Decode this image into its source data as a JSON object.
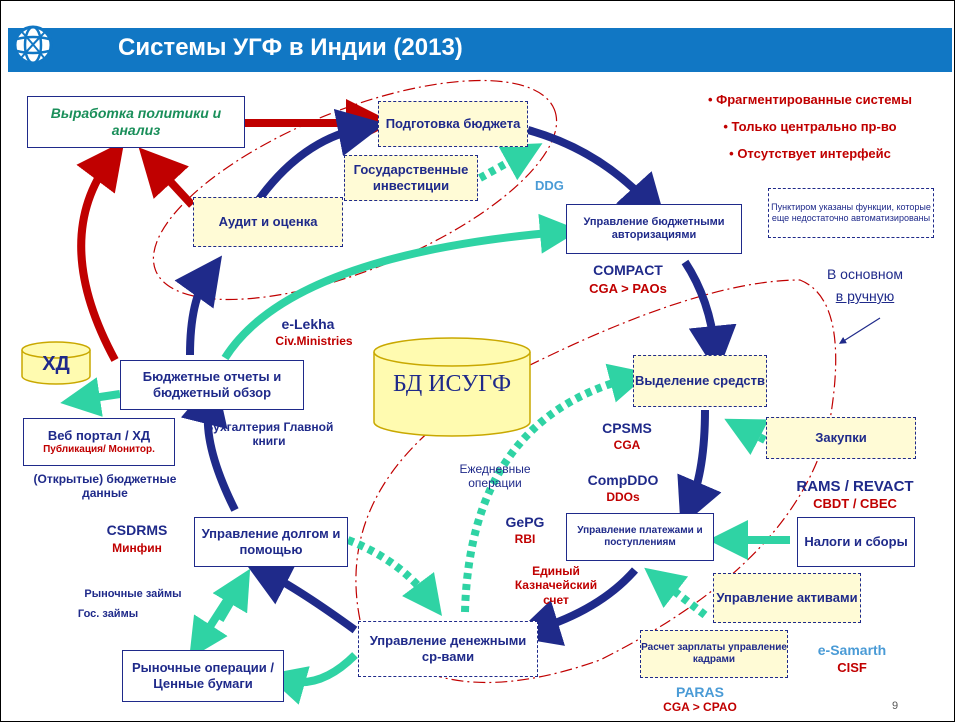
{
  "slide": {
    "title": "Системы УГФ в Индии (2013)",
    "page_number": "9"
  },
  "bullets": [
    "• Фрагментированные системы",
    "• Только центрально пр-во",
    "• Отсутствует интерфейс"
  ],
  "note": "Пунктиром указаны функции, которые еще недостаточно автоматизированы",
  "manual_note": [
    "В основном",
    "в ручную"
  ],
  "database": "БД ИСУГФ",
  "kd": "ХД",
  "boxes": {
    "policy": "Выработка политики и анализ",
    "budget_prep": "Подготовка бюджета",
    "gov_invest": "Государственные инвестиции",
    "audit": "Аудит и оценка",
    "budget_auth": "Управление бюджетными авторизациями",
    "allocation": "Выделение средств",
    "procurement": "Закупки",
    "payments": "Управление платежами и поступлениям",
    "taxes": "Налоги и сборы",
    "assets": "Управление активами",
    "payroll": "Расчет зарплаты управление кадрами",
    "cash": "Управление денежными ср-вами",
    "market_ops": "Рыночные операции / Ценные бумаги",
    "debt": "Управление долгом и помощью",
    "reports": "Бюджетные отчеты и бюджетный обзор"
  },
  "webportal": {
    "title": "Веб портал / ХД",
    "subtitle": "Публикация/ Монитор."
  },
  "labels": {
    "ddg": "DDG",
    "compact": "COMPACT",
    "compact_sub": "CGA > PAOs",
    "cpsms": "CPSMS",
    "cpsms_sub": "CGA",
    "compddo": "CompDDO",
    "compddo_sub": "DDOs",
    "rams": "RAMS / REVACT",
    "rams_sub": "CBDT / CBEC",
    "gepg": "GePG",
    "gepg_sub": "RBI",
    "single_account": "Единый Казначейский счет",
    "daily_ops": "Ежедневные операции",
    "esamarth": "e-Samarth",
    "esamarth_sub": "CISF",
    "paras": "PARAS",
    "paras_sub": "CGA > CPAO",
    "elekha": "e-Lekha",
    "elekha_sub": "Civ.Ministries",
    "ledger": "Бухгалтерия Главной книги",
    "open_data": "(Открытые) бюджетные данные",
    "csdrms": "CSDRMS",
    "csdrms_sub": "Минфин",
    "market_loans": "Рыночные займы",
    "gov_loans": "Гос. займы"
  },
  "colors": {
    "title_bar": "#1177c4",
    "navy": "#1f2a8a",
    "red": "#c00000",
    "teal": "#2fd3a4",
    "dashed_fill": "#fffbd6"
  }
}
